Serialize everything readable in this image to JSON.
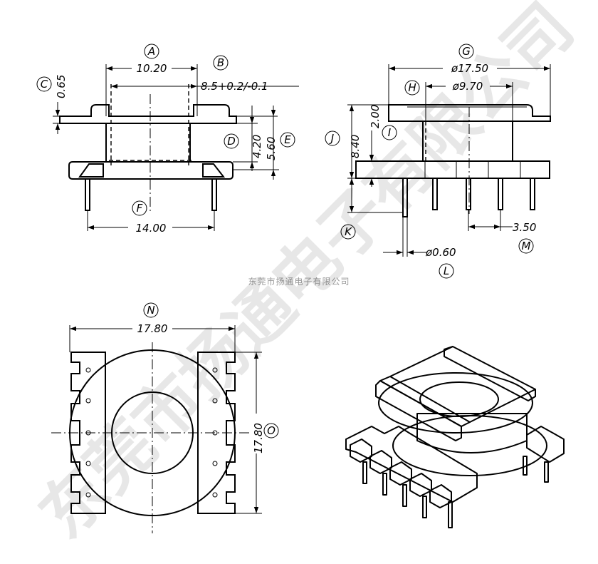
{
  "watermark": "东莞市扬通电子有限公司",
  "caption": "东莞市扬通电子有限公司",
  "front_view": {
    "labels": {
      "A": "A",
      "B": "B",
      "C": "C",
      "D": "D",
      "E": "E",
      "F": "F"
    },
    "dims": {
      "A": "10.20",
      "B": "8.5+0.2/-0.1",
      "C": "0.65",
      "D": "4.20",
      "E": "5.60",
      "F": "14.00"
    }
  },
  "side_view": {
    "labels": {
      "G": "G",
      "H": "H",
      "I": "I",
      "J": "J",
      "K": "K",
      "L": "L",
      "M": "M"
    },
    "dims": {
      "G": "ø17.50",
      "H": "ø9.70",
      "I": "2.00",
      "J": "8.40",
      "L": "ø0.60",
      "M": "3.50"
    }
  },
  "bottom_view": {
    "labels": {
      "N": "N",
      "O": "O"
    },
    "dims": {
      "N": "17.80",
      "O": "17.80"
    }
  },
  "iso_view": {}
}
